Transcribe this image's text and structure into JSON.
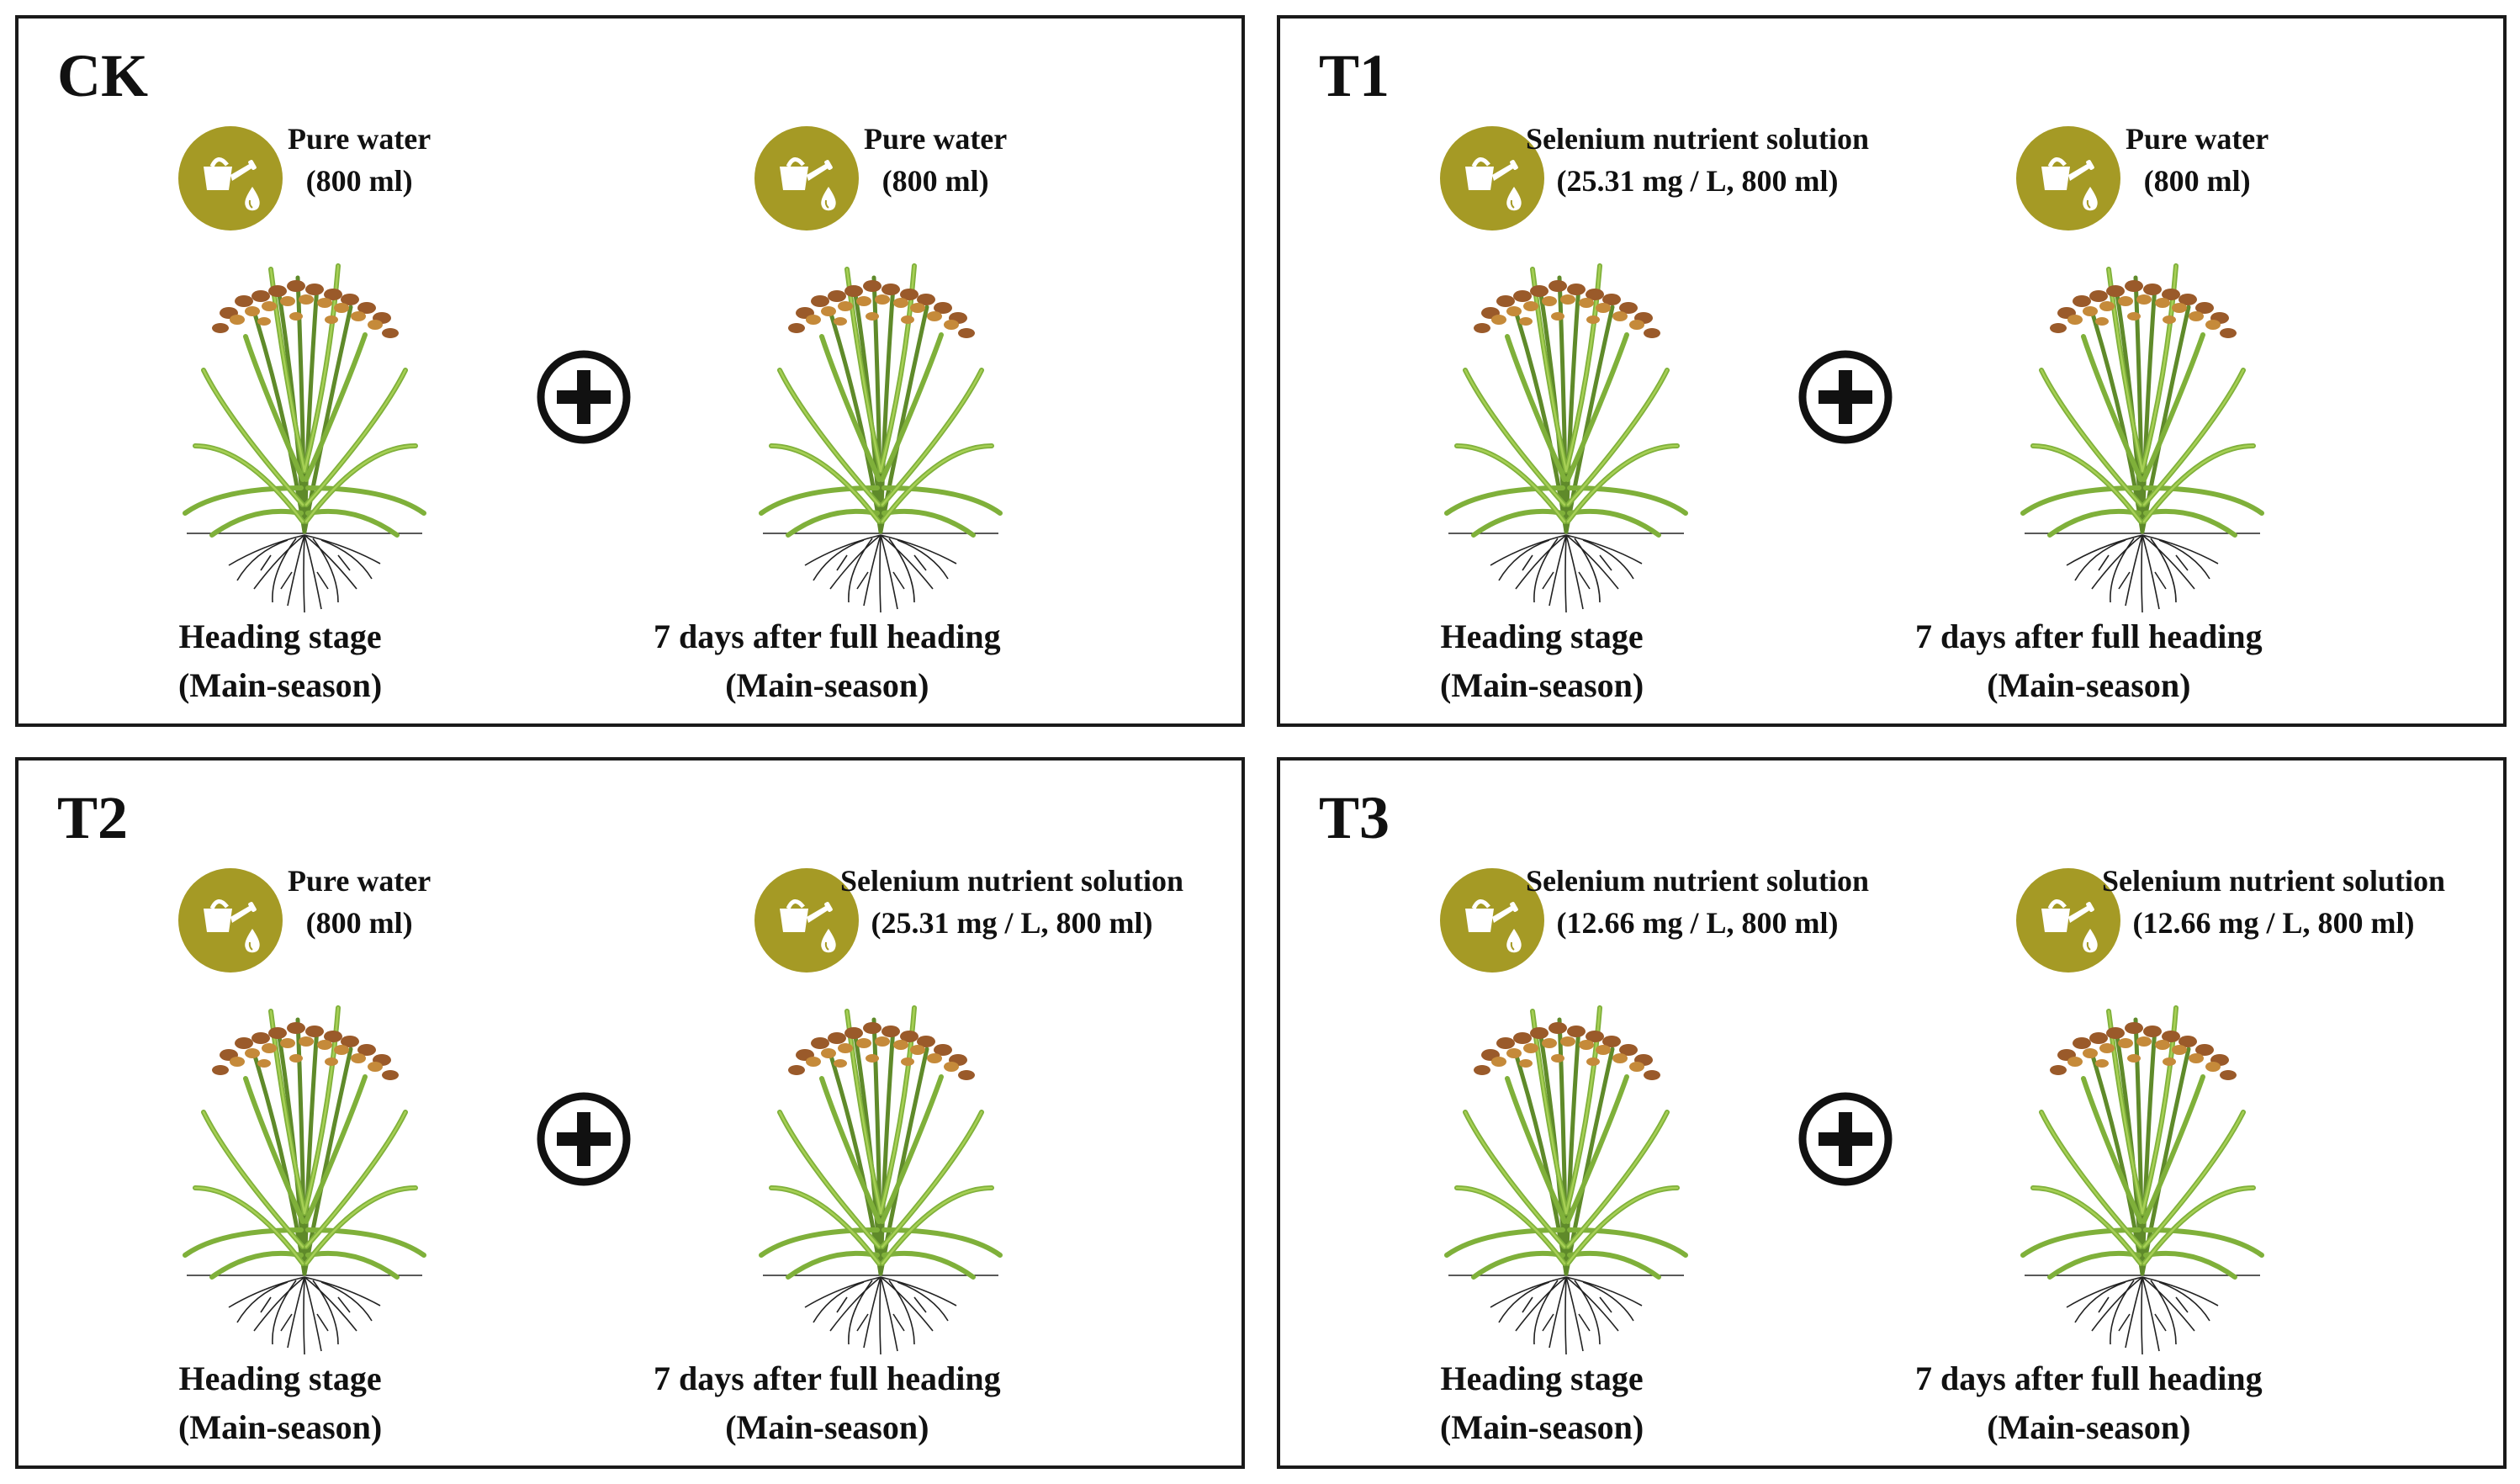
{
  "panels": [
    {
      "title": "CK",
      "left": {
        "solution_line1": "Pure water",
        "solution_line2": "(800 ml)",
        "stage_line1": "Heading stage",
        "stage_line2": "(Main-season)"
      },
      "right": {
        "solution_line1": "Pure water",
        "solution_line2": "(800 ml)",
        "stage_line1": "7 days after full heading",
        "stage_line2": "(Main-season)"
      }
    },
    {
      "title": "T1",
      "left": {
        "solution_line1": "Selenium nutrient solution",
        "solution_line2": "(25.31 mg / L,  800 ml)",
        "stage_line1": "Heading stage",
        "stage_line2": "(Main-season)"
      },
      "right": {
        "solution_line1": "Pure water",
        "solution_line2": "(800 ml)",
        "stage_line1": "7 days after full heading",
        "stage_line2": "(Main-season)"
      }
    },
    {
      "title": "T2",
      "left": {
        "solution_line1": "Pure water",
        "solution_line2": "(800 ml)",
        "stage_line1": "Heading stage",
        "stage_line2": "(Main-season)"
      },
      "right": {
        "solution_line1": "Selenium nutrient solution",
        "solution_line2": "(25.31 mg / L,  800 ml)",
        "stage_line1": "7 days after full heading",
        "stage_line2": "(Main-season)"
      }
    },
    {
      "title": "T3",
      "left": {
        "solution_line1": "Selenium nutrient solution",
        "solution_line2": "(12.66 mg / L,  800 ml)",
        "stage_line1": "Heading stage",
        "stage_line2": "(Main-season)"
      },
      "right": {
        "solution_line1": "Selenium nutrient solution",
        "solution_line2": "(12.66 mg / L,  800 ml)",
        "stage_line1": "7 days after full heading",
        "stage_line2": "(Main-season)"
      }
    }
  ],
  "icons": {
    "application": "watering-can-droplet-icon",
    "combine": "plus-circle-icon",
    "plant": "rice-plant"
  },
  "colors": {
    "icon_circle": "#a59a25",
    "border": "#1a1a1a"
  }
}
